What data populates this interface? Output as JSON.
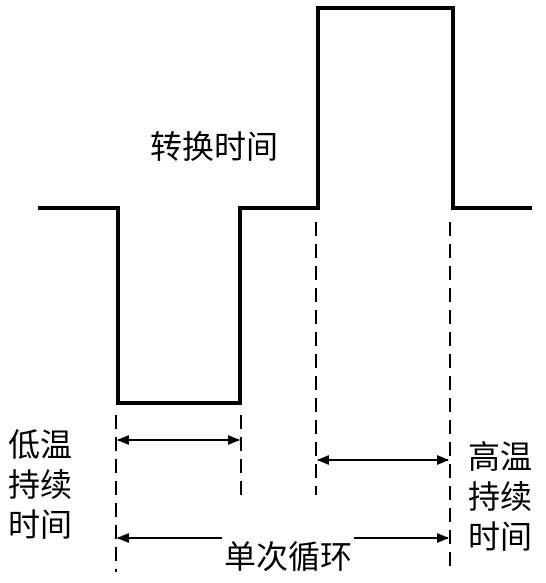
{
  "labels": {
    "transition_time": "转换时间",
    "low_temp_hold": [
      "低温",
      "持续",
      "时间"
    ],
    "high_temp_hold": [
      "高温",
      "持续",
      "时间"
    ],
    "single_cycle": "单次循环"
  },
  "colors": {
    "stroke": "#000000",
    "background": "#ffffff"
  }
}
